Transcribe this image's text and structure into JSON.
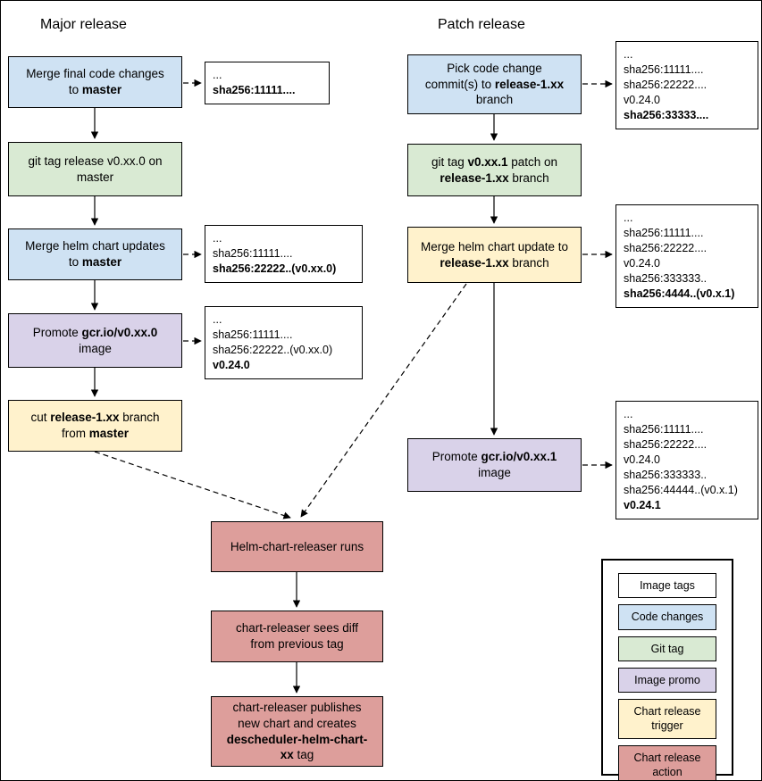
{
  "palette": {
    "image_tags": "#ffffff",
    "code_changes": "#cfe2f3",
    "git_tag": "#d9ead3",
    "image_promo": "#d9d2e9",
    "chart_release_trigger": "#fff2cc",
    "chart_release_action": "#dd9e9b",
    "border": "#000000"
  },
  "titles": {
    "major": "Major release",
    "patch": "Patch release"
  },
  "major": {
    "nodes": {
      "merge_code": "Merge final code changes to **master**",
      "git_tag": "git tag release v0.xx.0 on master",
      "merge_helm": "Merge helm chart updates to **master**",
      "promote": "Promote **gcr.io/v0.xx.0** image",
      "cut_branch": "cut **release-1.xx** branch from **master**"
    },
    "notes": {
      "after_merge_code": [
        "...",
        "**sha256:11111....**"
      ],
      "after_merge_helm": [
        "...",
        "sha256:11111....",
        "**sha256:22222..(v0.xx.0)**"
      ],
      "after_promote": [
        "...",
        "sha256:11111....",
        "sha256:22222..(v0.xx.0)",
        "**v0.24.0**"
      ]
    }
  },
  "patch": {
    "nodes": {
      "pick_code": "Pick code change commit(s) to **release-1.xx** branch",
      "git_tag": "git tag **v0.xx.1** patch on **release-1.xx** branch",
      "merge_helm": "Merge helm chart update to **release-1.xx** branch",
      "promote": "Promote **gcr.io/v0.xx.1** image"
    },
    "notes": {
      "after_pick_code": [
        "...",
        "sha256:11111....",
        "sha256:22222....",
        "v0.24.0",
        "**sha256:33333....**"
      ],
      "after_merge_helm": [
        "...",
        "sha256:11111....",
        "sha256:22222....",
        "v0.24.0",
        "sha256:333333..",
        "**sha256:4444..(v0.x.1)**"
      ],
      "after_promote": [
        "...",
        "sha256:11111....",
        "sha256:22222....",
        "v0.24.0",
        "sha256:333333..",
        "sha256:44444..(v0.x.1)",
        "**v0.24.1**"
      ]
    }
  },
  "releaser": {
    "runs": "Helm-chart-releaser runs",
    "sees_diff": "chart-releaser sees diff from previous tag",
    "publishes": "chart-releaser publishes new chart and creates **descheduler-helm-chart-xx** tag"
  },
  "legend": {
    "items": [
      {
        "label": "Image tags",
        "type": "image_tags"
      },
      {
        "label": "Code changes",
        "type": "code_changes"
      },
      {
        "label": "Git tag",
        "type": "git_tag"
      },
      {
        "label": "Image promo",
        "type": "image_promo"
      },
      {
        "label": "Chart release trigger",
        "type": "chart_release_trigger"
      },
      {
        "label": "Chart release action",
        "type": "chart_release_action"
      }
    ]
  }
}
